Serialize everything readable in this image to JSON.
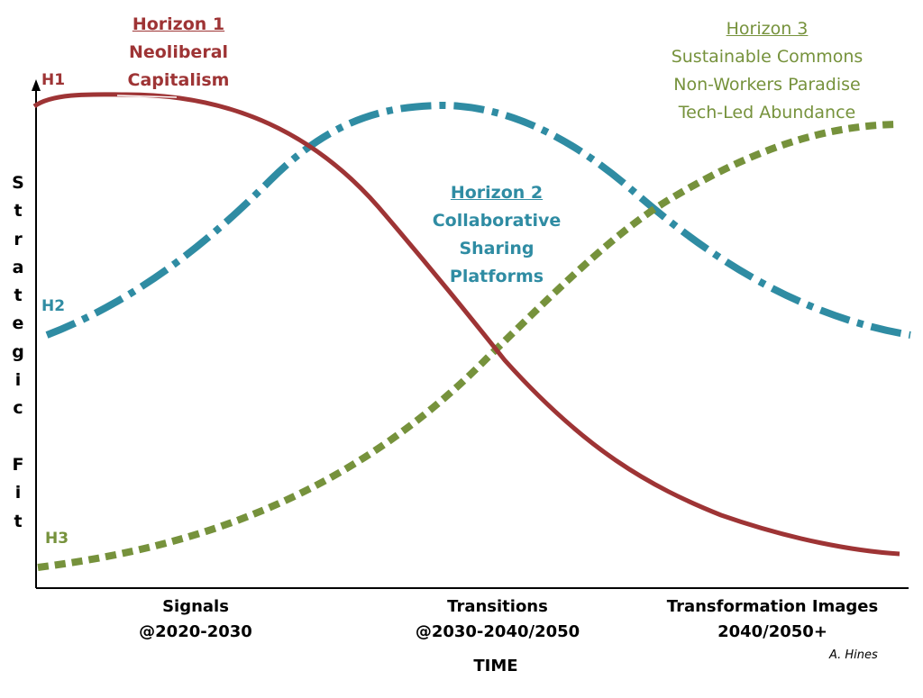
{
  "horizons": {
    "h1": {
      "tag": "H1",
      "title": "Horizon 1",
      "lines": [
        "Neoliberal",
        "Capitalism"
      ],
      "color": "#9e3435"
    },
    "h2": {
      "tag": "H2",
      "title": "Horizon 2",
      "lines": [
        "Collaborative",
        "Sharing",
        "Platforms"
      ],
      "color": "#2f8ca3"
    },
    "h3": {
      "tag": "H3",
      "title": "Horizon 3",
      "lines": [
        "Sustainable Commons",
        "Non-Workers Paradise",
        "Tech-Led Abundance"
      ],
      "color": "#76923c"
    }
  },
  "axes": {
    "y_title_letters": [
      "S",
      "t",
      "r",
      "a",
      "t",
      "e",
      "g",
      "i",
      "c",
      "",
      "F",
      "i",
      "t"
    ],
    "x_title": "TIME",
    "ticks": [
      {
        "line1": "Signals",
        "line2": "@2020-2030"
      },
      {
        "line1": "Transitions",
        "line2": "@2030-2040/2050"
      },
      {
        "line1": "Transformation Images",
        "line2": "2040/2050+"
      }
    ]
  },
  "credit": "A. Hines",
  "curve_styles": {
    "h1": "solid",
    "h2": "dash-dot",
    "h3": "dashed"
  }
}
